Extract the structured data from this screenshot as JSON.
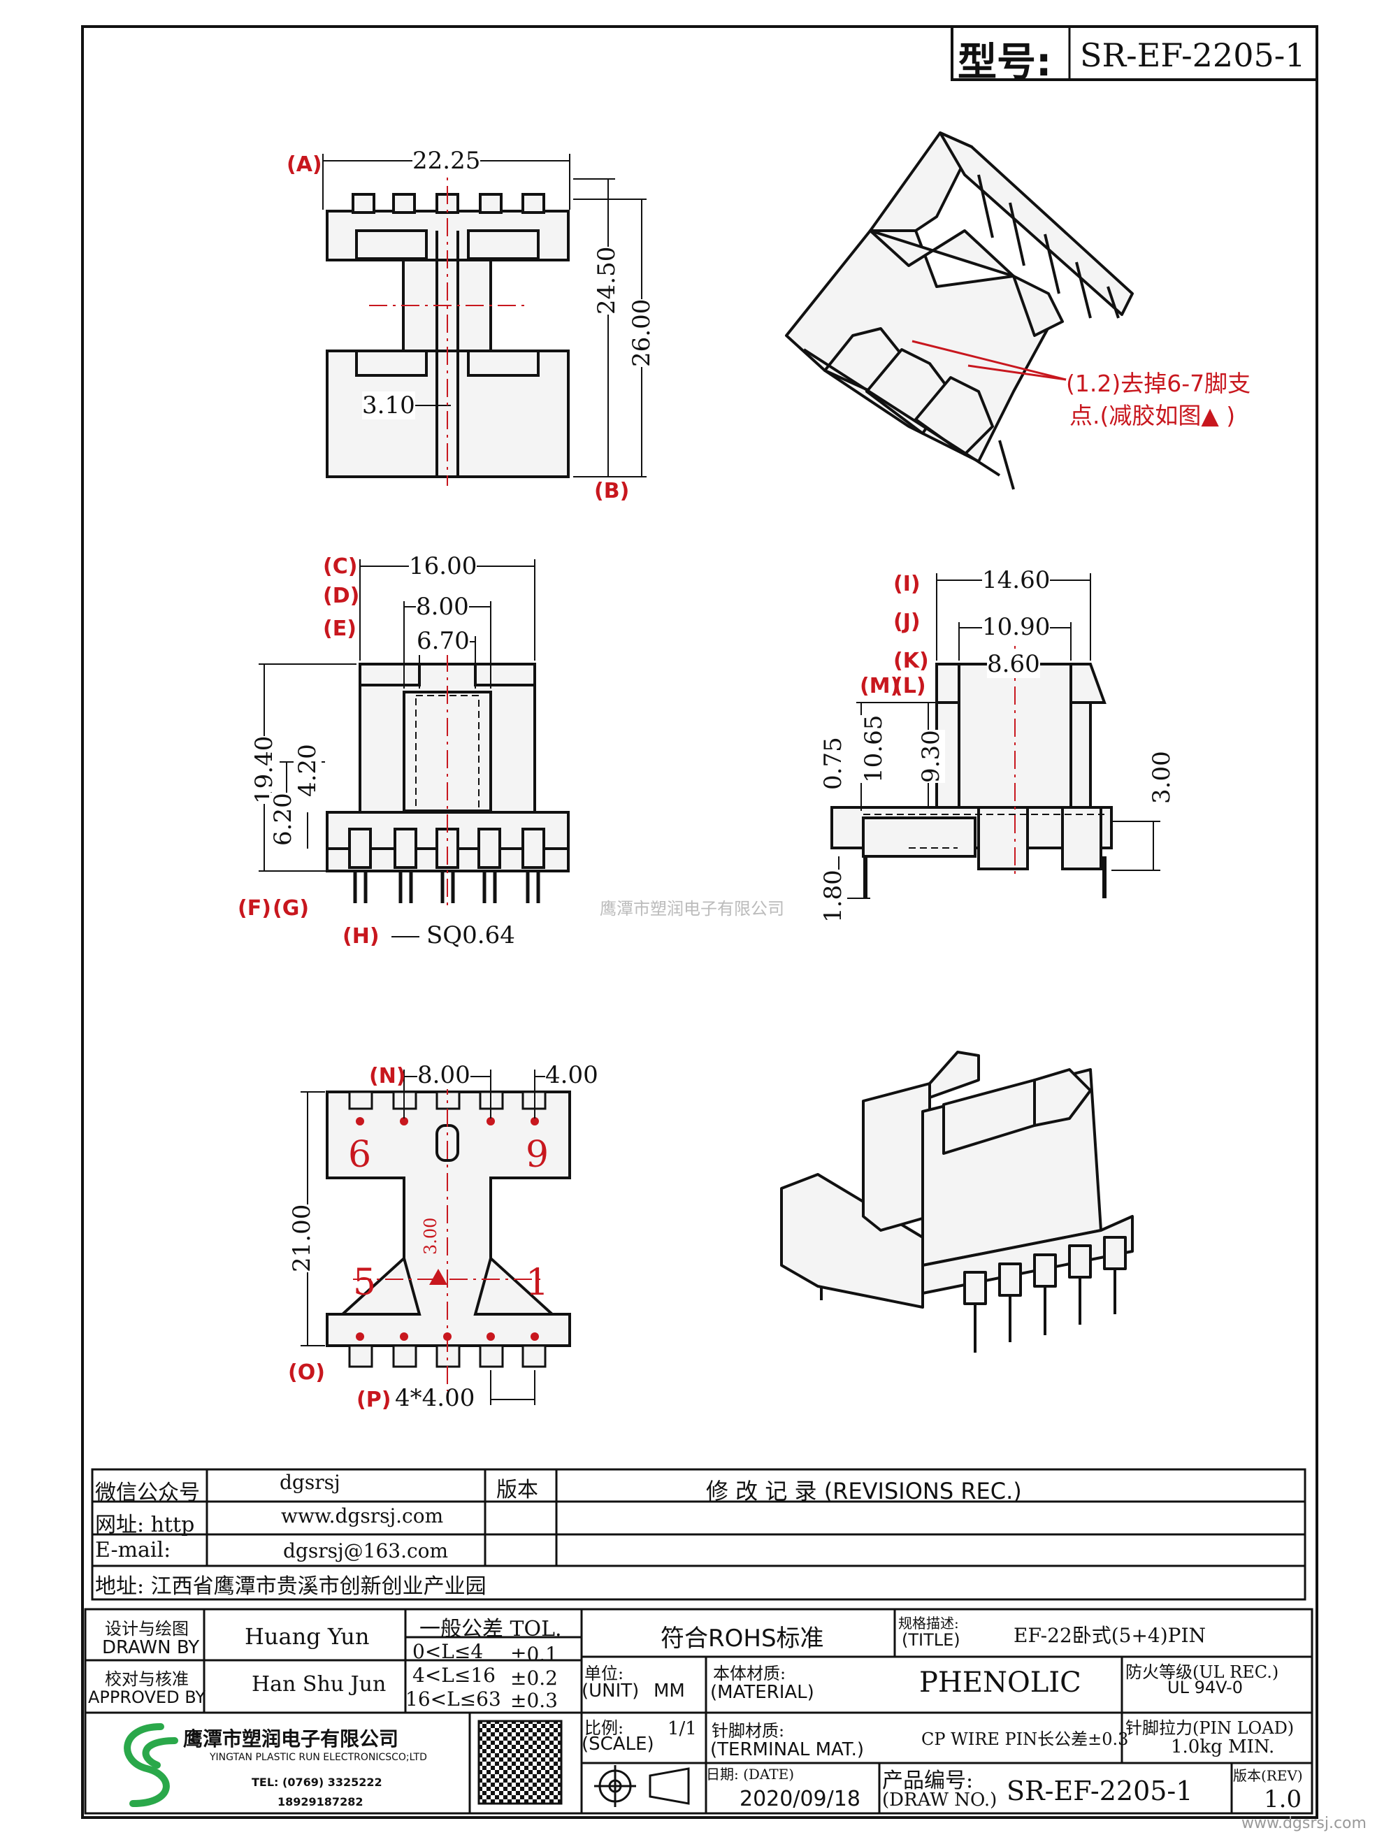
{
  "title_block": {
    "model_label": "型号:",
    "model_value": "SR-EF-2205-1"
  },
  "dimensions": {
    "top_width": "22.25",
    "top_h1": "24.50",
    "top_h2": "26.00",
    "top_small": "3.10",
    "front_w1": "16.00",
    "front_w2": "8.00",
    "front_w3": "6.70",
    "front_h1": "19.40",
    "front_h2": "4.20",
    "front_h3": "6.20",
    "front_pin": "SQ0.64",
    "side_w1": "14.60",
    "side_w2": "10.90",
    "side_w3": "8.60",
    "side_h1": "0.75",
    "side_h2": "10.65",
    "side_h3": "9.30",
    "side_h4": "3.00",
    "side_h5": "1.80",
    "bottom_w1": "8.00",
    "bottom_w2": "4.00",
    "bottom_h1": "21.00",
    "bottom_h2": "3.00",
    "bottom_pitch": "4*4.00"
  },
  "labels": {
    "A": "(A)",
    "B": "(B)",
    "C": "(C)",
    "D": "(D)",
    "E": "(E)",
    "F": "(F)",
    "G": "(G)",
    "H": "(H)",
    "I": "(I)",
    "J": "(J)",
    "K": "(K)",
    "L": "(L)",
    "M": "(M)",
    "N": "(N)",
    "O": "(O)",
    "P": "(P)"
  },
  "pin_numbers": {
    "p6": "6",
    "p9": "9",
    "p5": "5",
    "p1": "1"
  },
  "note": {
    "line1": "(1.2)去掉6-7脚支",
    "line2": "点.(减胶如图▲ )"
  },
  "watermark": "鹰潭市塑润电子有限公司",
  "info": {
    "wechat_label": "微信公众号",
    "wechat_value": "dgsrsj",
    "web_label": "网址: http",
    "web_value": "www.dgsrsj.com",
    "email_label": "E-mail:",
    "email_value": "dgsrsj@163.com",
    "address": "地址: 江西省鹰潭市贵溪市创新创业产业园",
    "version_label": "版本",
    "revisions_title": "修 改 记 录  (REVISIONS REC.)"
  },
  "block": {
    "drawn_cn": "设计与绘图",
    "drawn_en": "DRAWN BY",
    "drawn_name": "Huang  Yun",
    "approved_cn": "校对与核准",
    "approved_en": "APPROVED BY",
    "approved_name": "Han Shu Jun",
    "tol_title": "一般公差 TOL.",
    "tol1_range": "0<L≤4",
    "tol1_val": "±0.1",
    "tol2_range": "4<L≤16",
    "tol2_val": "±0.2",
    "tol3_range": "16<L≤63",
    "tol3_val": "±0.3",
    "rohs": "符合ROHS标准",
    "title_cn": "规格描述:",
    "title_en": "(TITLE)",
    "title_value": "EF-22卧式(5+4)PIN",
    "unit_cn": "单位:",
    "unit_en": "(UNIT)",
    "unit_value": "MM",
    "material_cn": "本体材质:",
    "material_en": "(MATERIAL)",
    "material_value": "PHENOLIC",
    "fire_cn": "防火等级(UL REC.)",
    "fire_value": "UL 94V-0",
    "company_cn": "鹰潭市塑润电子有限公司",
    "company_en": "YINGTAN PLASTIC RUN ELECTRONICSCO;LTD",
    "tel": "TEL: (0769) 3325222",
    "mobile": "18929187282",
    "scale_cn": "比例:",
    "scale_en": "(SCALE)",
    "scale_value": "1/1",
    "terminal_cn": "针脚材质:",
    "terminal_en": "(TERMINAL MAT.)",
    "terminal_value": "CP WIRE  PIN长公差±0.3",
    "pinload_cn": "针脚拉力(PIN LOAD)",
    "pinload_value": "1.0kg MIN.",
    "date_label": "日期: (DATE)",
    "date_value": "2020/09/18",
    "drawno_cn": "产品编号:",
    "drawno_en": "(DRAW NO.)",
    "drawno_value": "SR-EF-2205-1",
    "rev_label": "版本(REV)",
    "rev_value": "1.0",
    "site_mark": "www.dgsrsj.com"
  },
  "colors": {
    "red": "#c8171e",
    "line": "#111111",
    "fill": "#f4f4f4",
    "green": "#2aa84a"
  }
}
